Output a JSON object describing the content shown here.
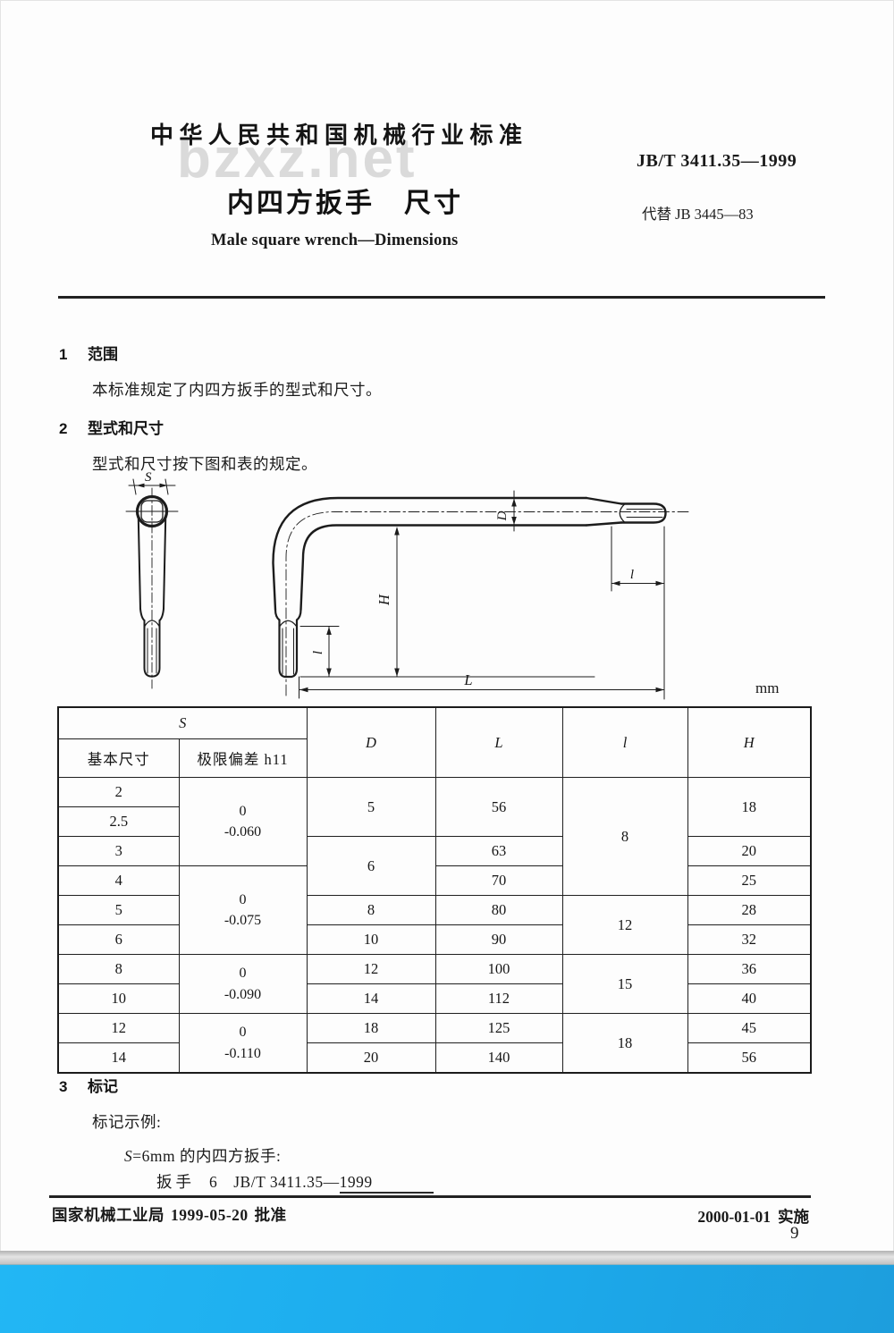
{
  "page": {
    "watermark": "bzxz.net",
    "page_number": "9",
    "unit_label": "mm"
  },
  "header": {
    "authority": "中华人民共和国机械行业标准",
    "standard_number": "JB/T 3411.35—1999",
    "title_cn": "内四方扳手　尺寸",
    "replaces": "代替 JB 3445—83",
    "title_en": "Male square wrench—Dimensions"
  },
  "sections": {
    "scope": {
      "num": "1",
      "title": "范围",
      "body": "本标准规定了内四方扳手的型式和尺寸。"
    },
    "type_dims": {
      "num": "2",
      "title": "型式和尺寸",
      "body": "型式和尺寸按下图和表的规定。"
    },
    "marking": {
      "num": "3",
      "title": "标记",
      "example_label": "标记示例:",
      "example_s": "S",
      "example_rest": "=6mm 的内四方扳手:",
      "designation_word": "扳手",
      "designation_size": "6",
      "designation_std": "JB/T 3411.35—",
      "designation_year": "1999"
    }
  },
  "diagram": {
    "labels": {
      "s": "S",
      "d": "D",
      "h": "H",
      "l_left": "l",
      "l_right": "l",
      "big_l": "L"
    }
  },
  "table": {
    "headers": {
      "s_group": "S",
      "basic_size": "基本尺寸",
      "deviation": "极限偏差 h11",
      "d": "D",
      "big_l": "L",
      "small_l": "l",
      "h": "H"
    },
    "s_values": [
      "2",
      "2.5",
      "3",
      "4",
      "5",
      "6",
      "8",
      "10",
      "12",
      "14"
    ],
    "deviation_groups": [
      {
        "upper": "0",
        "lower": "-0.060"
      },
      {
        "upper": "0",
        "lower": "-0.075"
      },
      {
        "upper": "0",
        "lower": "-0.090"
      },
      {
        "upper": "0",
        "lower": "-0.110"
      }
    ],
    "d_values": [
      "5",
      "6",
      "8",
      "10",
      "12",
      "14",
      "18",
      "20"
    ],
    "big_l_values": [
      "56",
      "63",
      "70",
      "80",
      "90",
      "100",
      "112",
      "125",
      "140"
    ],
    "small_l_values": [
      "8",
      "12",
      "15",
      "18"
    ],
    "h_values": [
      "18",
      "20",
      "25",
      "28",
      "32",
      "36",
      "40",
      "45",
      "56"
    ]
  },
  "footer": {
    "approved_org": "国家机械工业局",
    "approved_date": "1999-05-20",
    "approved_word": "批准",
    "impl_date": "2000-01-01",
    "impl_word": "实施"
  }
}
